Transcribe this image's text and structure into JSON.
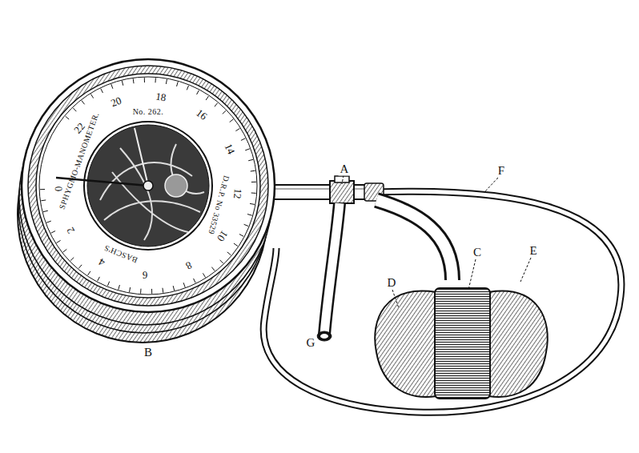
{
  "diagram": {
    "labels": [
      "A",
      "F",
      "No. 262.",
      "22",
      "20",
      "18",
      "16",
      "14",
      "12",
      "10",
      "8",
      "6",
      "4",
      "2",
      "0",
      "BASCH'S",
      "SPHYGMO-MANOMETER.",
      "D.R.P. No 33529",
      "D",
      "C",
      "E",
      "G",
      "B"
    ]
  }
}
